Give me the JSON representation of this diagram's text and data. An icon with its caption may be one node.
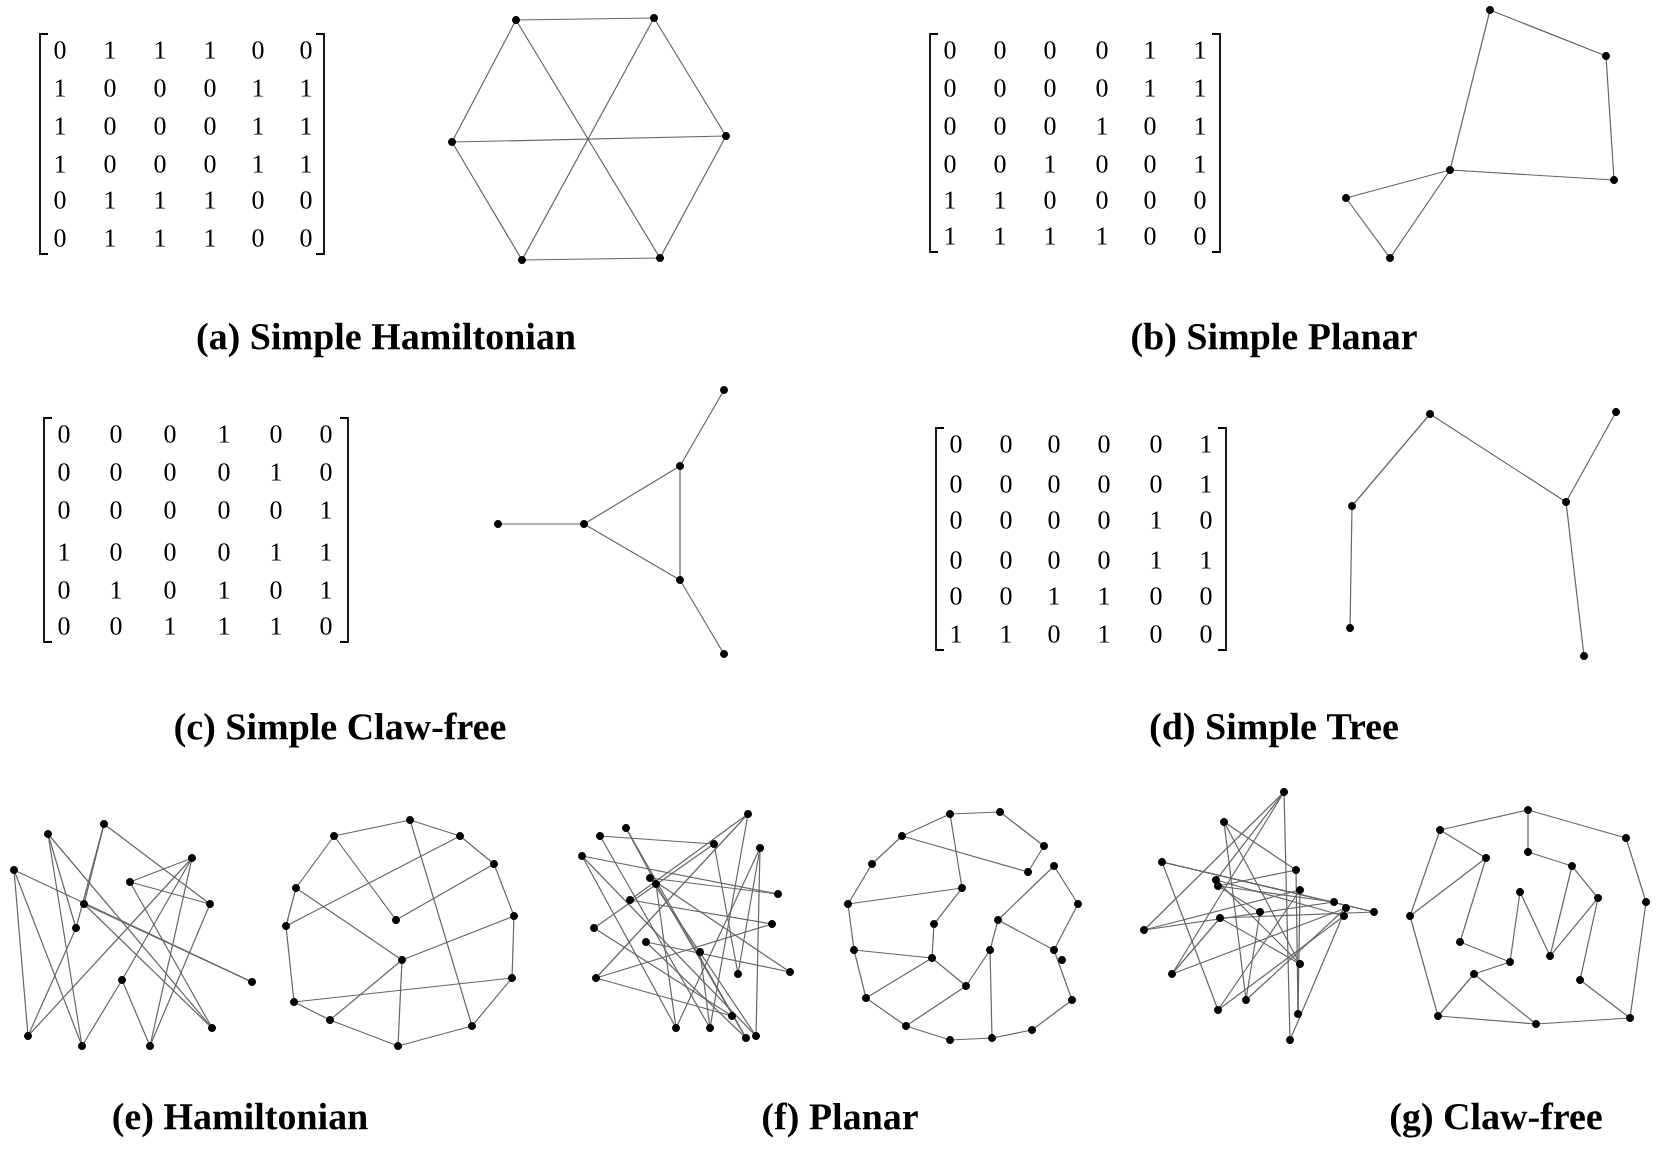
{
  "diagram": {
    "labels": [
      "0",
      "1",
      "1",
      "1",
      "0",
      "0",
      "1",
      "0",
      "0",
      "0",
      "1",
      "1",
      "1",
      "0",
      "0",
      "0",
      "1",
      "1",
      "1",
      "0",
      "0",
      "0",
      "1",
      "1",
      "0",
      "1",
      "1",
      "1",
      "0",
      "0",
      "0",
      "1",
      "1",
      "1",
      "0",
      "0",
      "0",
      "0",
      "0",
      "0",
      "1",
      "1",
      "0",
      "0",
      "0",
      "0",
      "1",
      "1",
      "0",
      "0",
      "0",
      "1",
      "0",
      "1",
      "0",
      "0",
      "1",
      "0",
      "0",
      "1",
      "1",
      "1",
      "0",
      "0",
      "0",
      "0",
      "1",
      "1",
      "1",
      "1",
      "0",
      "0",
      "(a) Simple Hamiltonian",
      "(b) Simple Planar",
      "0",
      "0",
      "0",
      "1",
      "0",
      "0",
      "0",
      "0",
      "0",
      "0",
      "1",
      "0",
      "0",
      "0",
      "0",
      "0",
      "0",
      "1",
      "1",
      "0",
      "0",
      "0",
      "1",
      "1",
      "0",
      "1",
      "0",
      "1",
      "0",
      "1",
      "0",
      "0",
      "1",
      "1",
      "1",
      "0",
      "0",
      "0",
      "0",
      "0",
      "0",
      "1",
      "0",
      "0",
      "0",
      "0",
      "0",
      "1",
      "0",
      "0",
      "0",
      "0",
      "1",
      "0",
      "0",
      "0",
      "0",
      "0",
      "1",
      "1",
      "0",
      "0",
      "1",
      "1",
      "0",
      "0",
      "1",
      "1",
      "0",
      "1",
      "0",
      "0",
      "(c) Simple Claw-free",
      "(d) Simple Tree",
      "(e) Hamiltonian",
      "(f) Planar",
      "(g) Claw-free"
    ]
  }
}
